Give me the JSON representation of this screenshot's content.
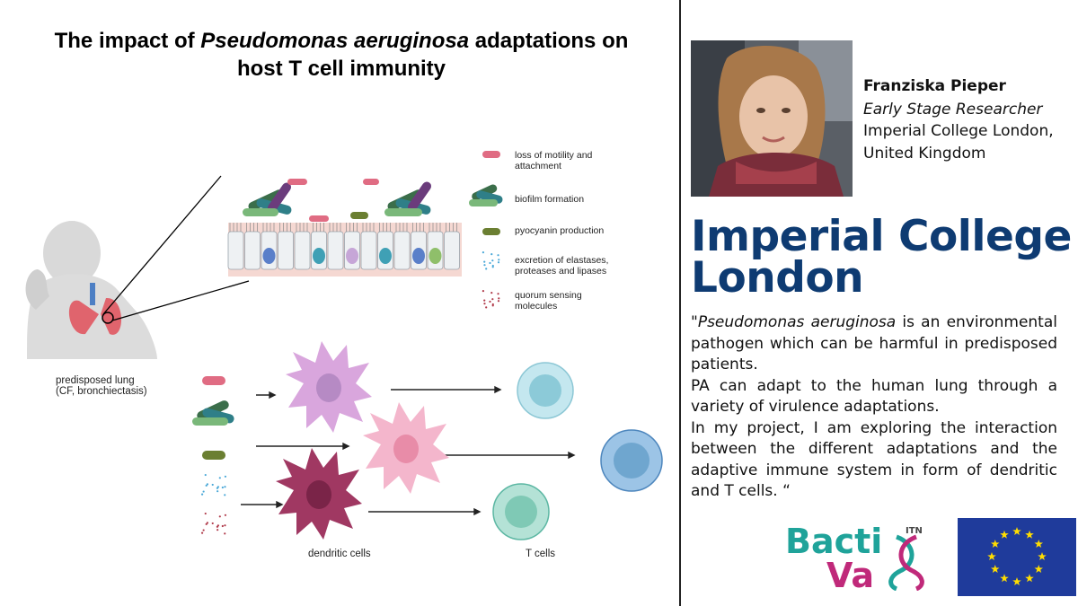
{
  "title": {
    "prefix": "The impact of ",
    "italic": "Pseudomonas aeruginosa",
    "suffix": " adaptations on",
    "line2": "host T cell immunity"
  },
  "author": {
    "name": "Franziska Pieper",
    "role": "Early Stage Researcher",
    "institution": "Imperial College London,",
    "country": "United Kingdom"
  },
  "institution_logo": {
    "line1": "Imperial College",
    "line2": "London"
  },
  "quote": {
    "p1_open": "\"",
    "p1_italic": "Pseudomonas aeruginosa",
    "p1_rest": " is an environmental pathogen which can be harmful in predisposed patients.",
    "p2": "PA can adapt to the human lung through a variety of virulence adaptations.",
    "p3": "In my project, I am exploring the interaction between the different adaptations and the adaptive immune system in form of dendritic and T cells. “"
  },
  "legend": [
    {
      "line1": "loss of motility and",
      "line2": "attachment"
    },
    {
      "line1": "biofilm formation",
      "line2": ""
    },
    {
      "line1": "pyocyanin production",
      "line2": ""
    },
    {
      "line1": "excretion of elastases,",
      "line2": "proteases and lipases"
    },
    {
      "line1": "quorum sensing",
      "line2": "molecules"
    }
  ],
  "figure_labels": {
    "lung_line1": "predisposed lung",
    "lung_line2": "(CF, bronchiectasis)",
    "dendritic": "dendritic cells",
    "tcells": "T cells"
  },
  "bactivax": {
    "part1": "Bacti",
    "part2": "Va",
    "superscript": "ITN"
  },
  "colors": {
    "title_blue": "#0e3b72",
    "bactivax_teal": "#1fa39a",
    "bactivax_magenta": "#c0297a",
    "eu_blue": "#1f3b9b",
    "eu_star": "#ffdd00"
  }
}
